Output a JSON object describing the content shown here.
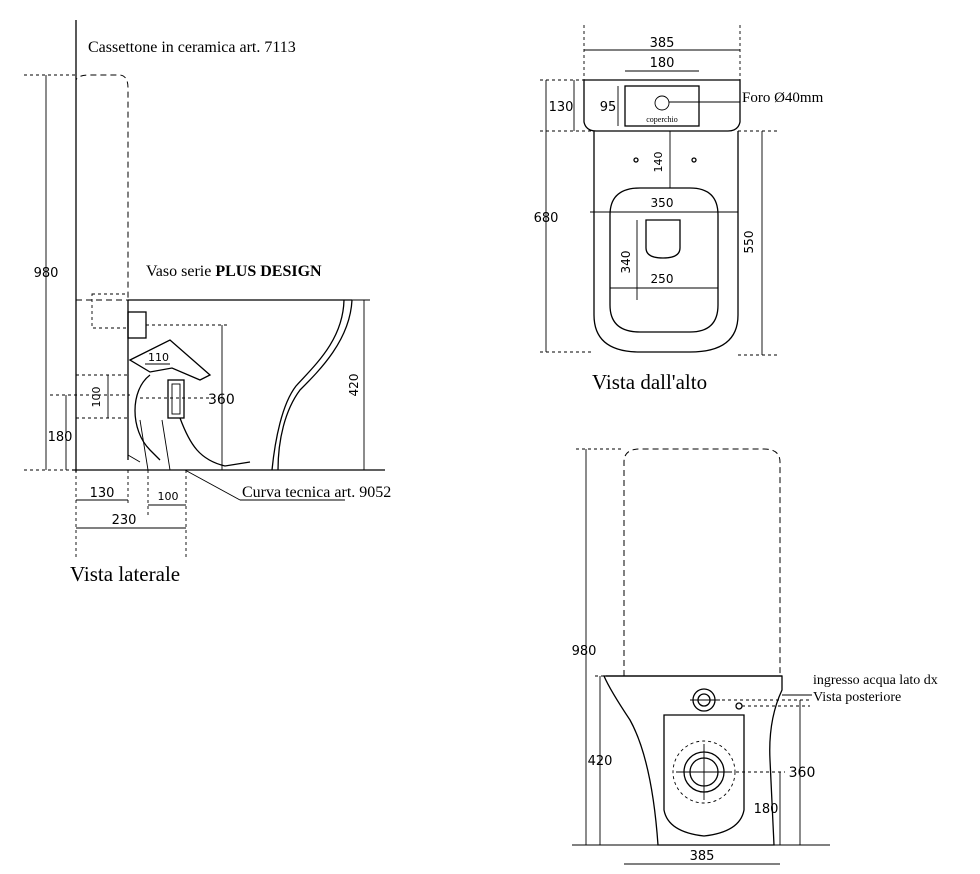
{
  "side_view": {
    "title": "Vista laterale",
    "cistern_label": "Cassettone in ceramica art. 7113",
    "bowl_label_prefix": "Vaso serie ",
    "bowl_label_bold": "PLUS DESIGN",
    "bend_label": "Curva tecnica art. 9052",
    "dims": {
      "total_height": "980",
      "pipe_height": "180",
      "pipe_size": "100",
      "outlet": "110",
      "inlet_height": "360",
      "bowl_height": "420",
      "wall_offset": "130",
      "bend_width": "100",
      "bend_offset": "230"
    }
  },
  "top_view": {
    "title": "Vista dall'alto",
    "hole_label": "Foro Ø40mm",
    "lid_label": "coperchio",
    "dims": {
      "cistern_width": "385",
      "lid_width": "180",
      "cistern_depth": "130",
      "lid_depth": "95",
      "hole_spacing": "140",
      "seat_width": "350",
      "seat_depth": "340",
      "inner_width": "250",
      "total_depth": "680",
      "bowl_depth": "550"
    }
  },
  "rear_view": {
    "water_inlet_label": "ingresso acqua lato dx",
    "title": "Vista posteriore",
    "dims": {
      "total_height": "980",
      "bowl_height": "420",
      "inlet_height": "360",
      "outlet_height": "180",
      "width": "385"
    }
  }
}
